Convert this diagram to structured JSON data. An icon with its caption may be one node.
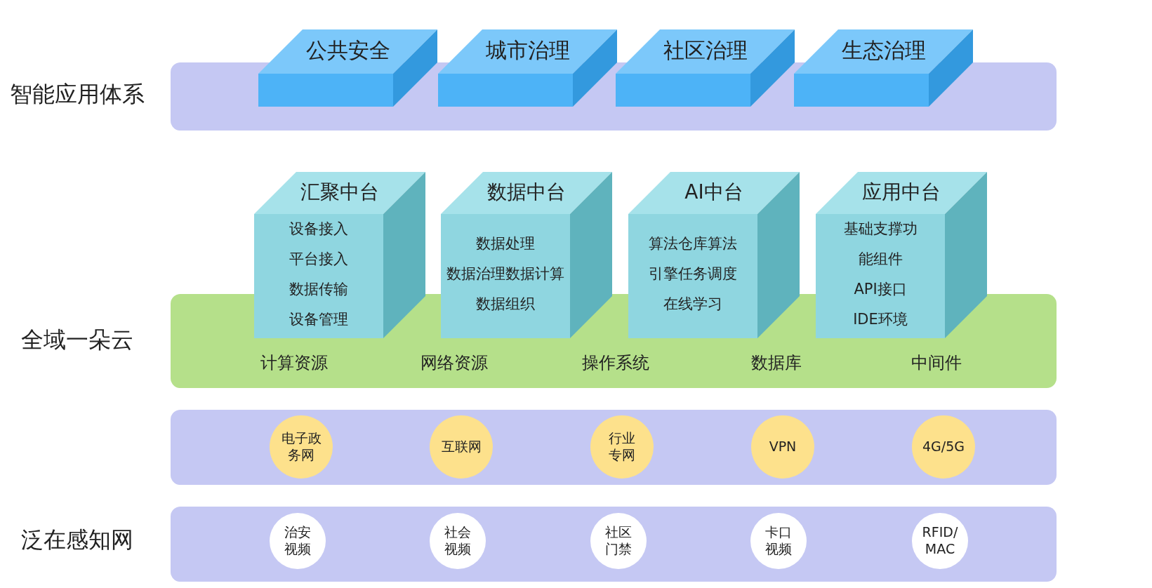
{
  "diagram": {
    "nodes": [
      {
        "text": [
          "智能应用体系"
        ]
      },
      {
        "text": [
          "公共安全"
        ]
      },
      {
        "text": [
          "城市治理"
        ]
      },
      {
        "text": [
          "社区治理"
        ]
      },
      {
        "text": [
          "生态治理"
        ]
      },
      {
        "text": [
          "汇聚中台",
          "设备接入",
          "平台接入",
          "数据传输",
          "设备管理"
        ]
      },
      {
        "text": [
          "数据中台",
          "数据处理",
          "数据治理数据计算",
          "数据组织"
        ]
      },
      {
        "text": [
          "AI中台",
          "算法仓库算法",
          "引擎任务调度",
          "在线学习"
        ]
      },
      {
        "text": [
          "应用中台",
          "基础支撑功能组件",
          "API接口",
          "IDE环境"
        ]
      },
      {
        "text": [
          "全域一朵云",
          "计算资源",
          "网络资源",
          "操作系统",
          "数据库",
          "中间件"
        ]
      },
      {
        "text": [],
        "shape": "box"
      },
      {
        "text": [
          "电子政务网"
        ],
        "in": 10
      },
      {
        "text": [
          "互联网"
        ],
        "in": 10
      },
      {
        "text": [
          "行业专网"
        ],
        "in": 10
      },
      {
        "text": [
          "VPN"
        ],
        "in": 10
      },
      {
        "text": [
          "4G/5G"
        ],
        "in": 10
      },
      {
        "text": [
          "泛在感知网"
        ]
      },
      {
        "text": [
          "治安视频"
        ],
        "in": 16
      },
      {
        "text": [
          "社会视频"
        ],
        "in": 16
      },
      {
        "text": [
          "社区门禁"
        ],
        "in": 16
      },
      {
        "text": [
          "卡口视频"
        ],
        "in": 16
      },
      {
        "text": [
          "RFID/MAC"
        ],
        "in": 16
      }
    ]
  }
}
